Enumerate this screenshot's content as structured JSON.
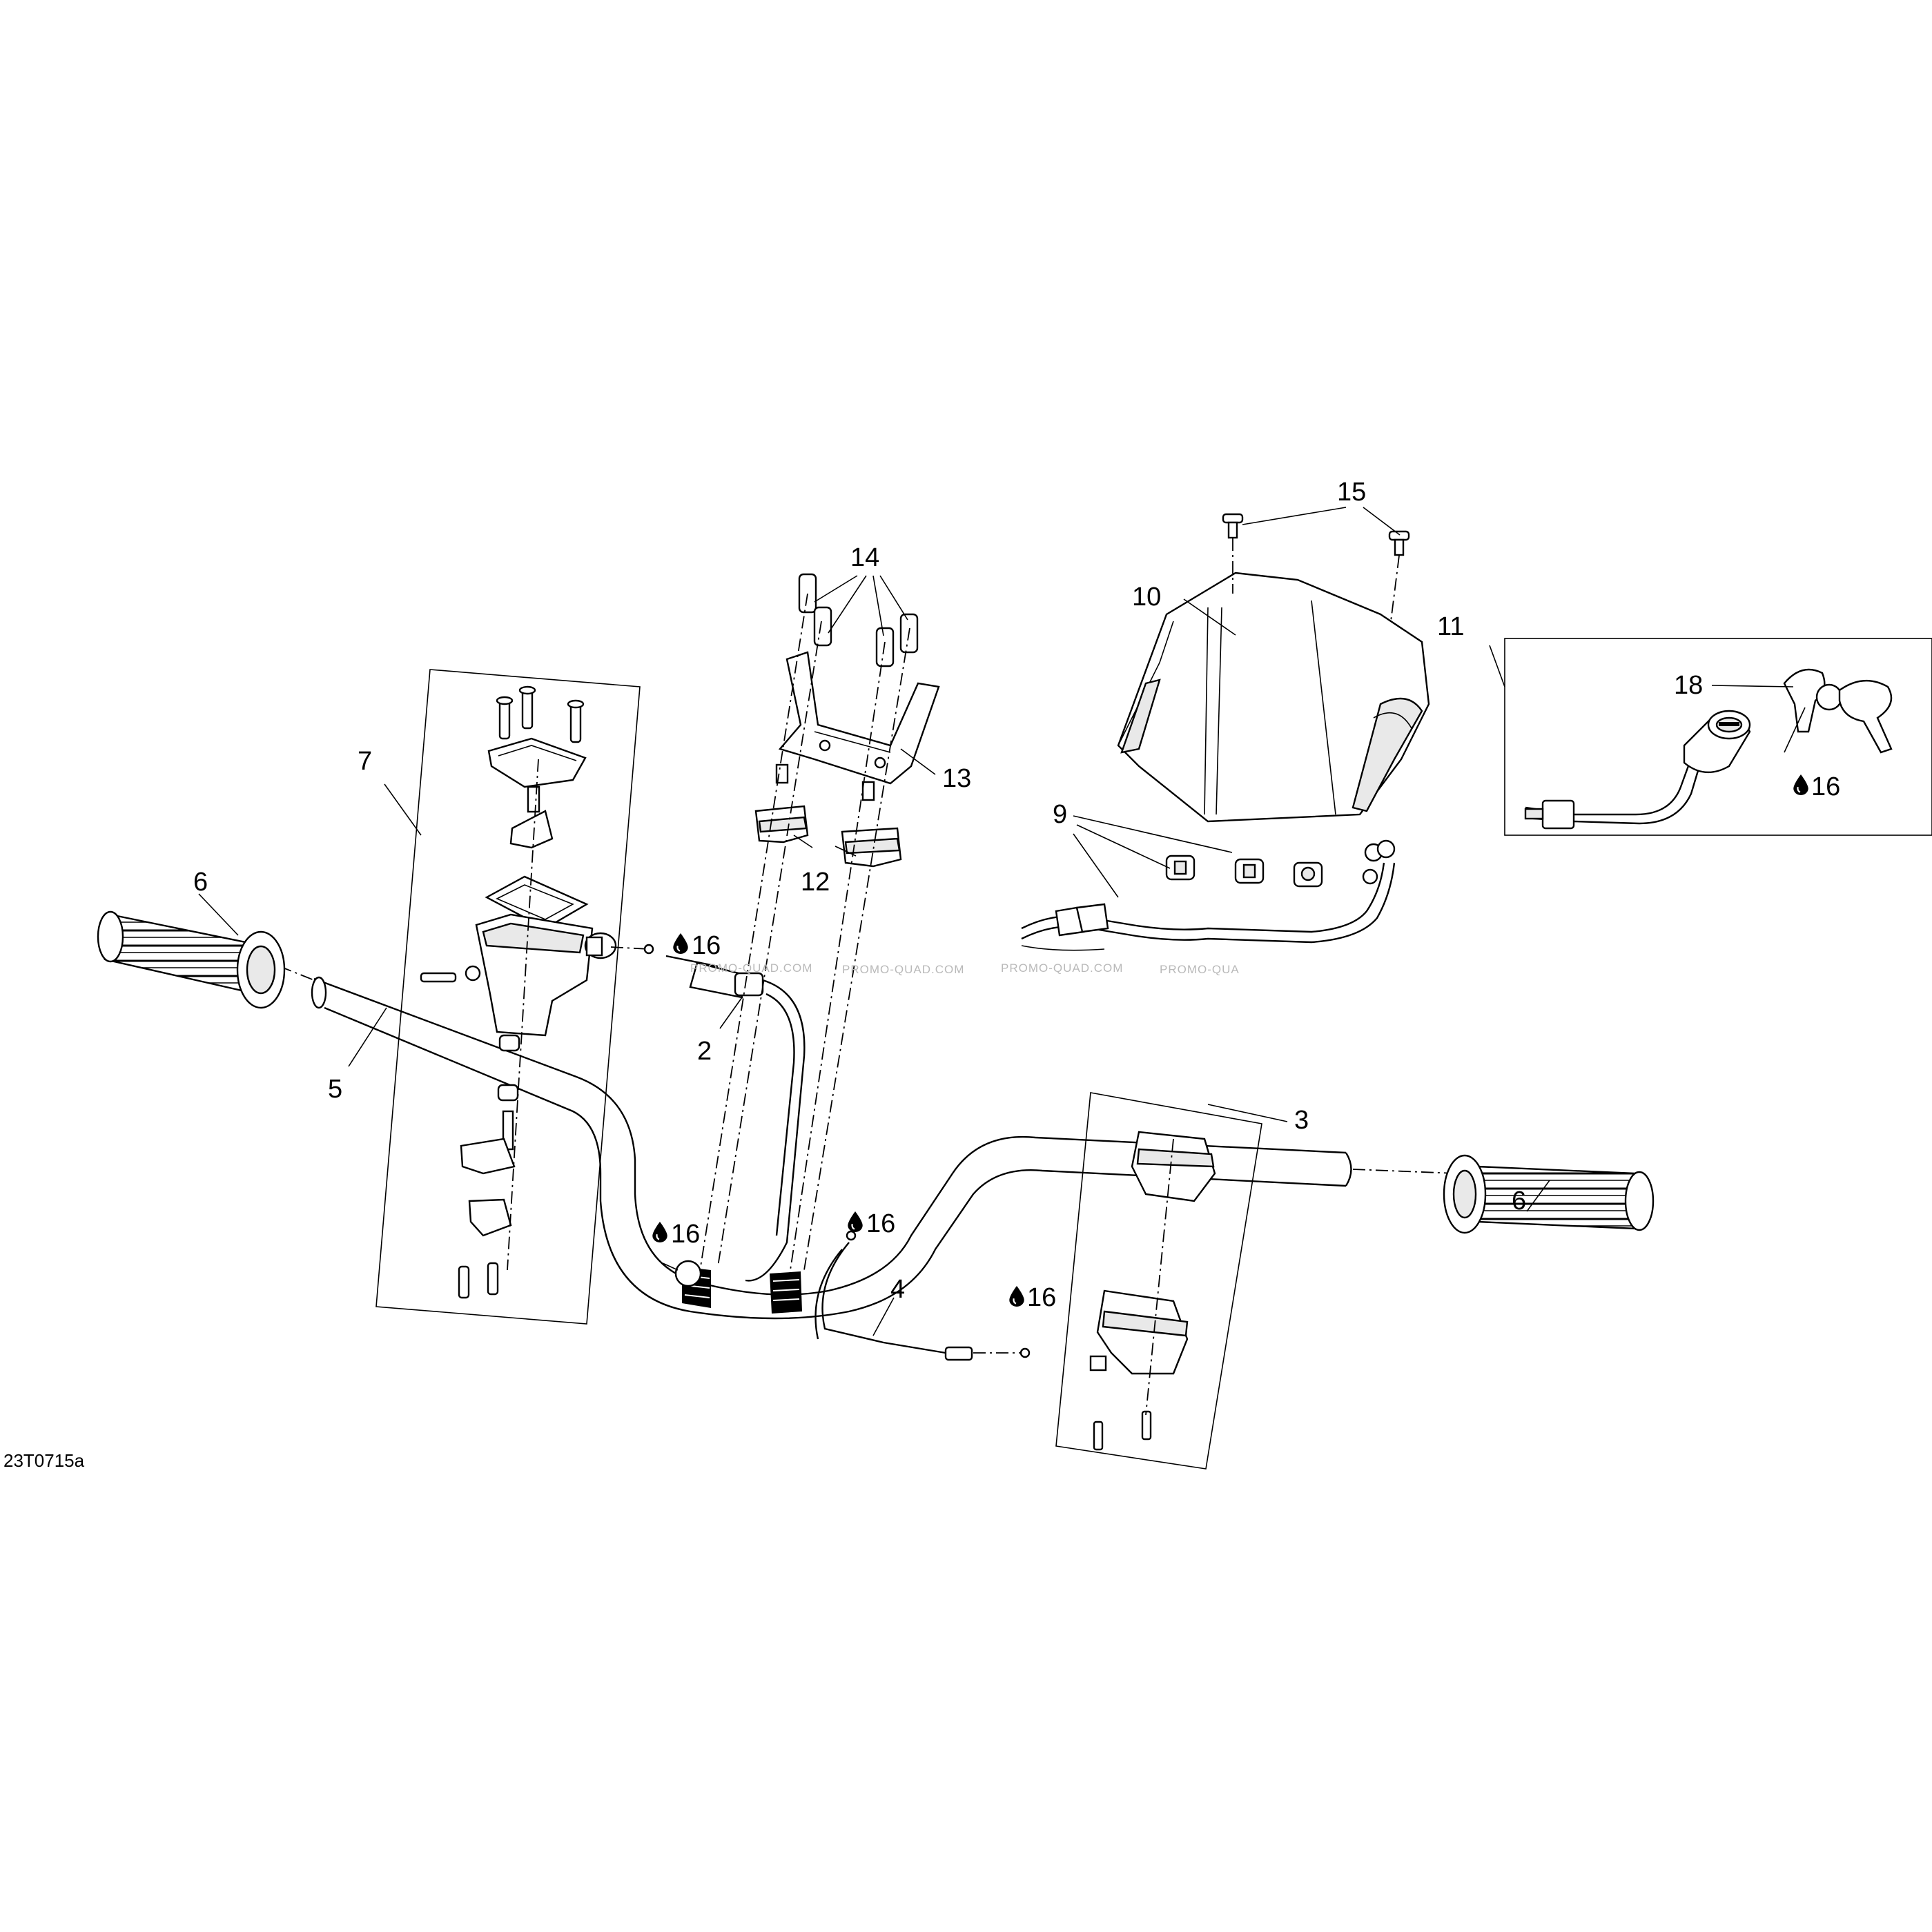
{
  "diagram_code": "23T0715a",
  "watermark": "PROMO-QUAD.COM",
  "lubricant_icon": "oil-drop-icon",
  "callouts": [
    {
      "id": "c2",
      "label": "2"
    },
    {
      "id": "c3",
      "label": "3"
    },
    {
      "id": "c4",
      "label": "4"
    },
    {
      "id": "c5",
      "label": "5"
    },
    {
      "id": "c6a",
      "label": "6"
    },
    {
      "id": "c6b",
      "label": "6"
    },
    {
      "id": "c7",
      "label": "7"
    },
    {
      "id": "c9",
      "label": "9"
    },
    {
      "id": "c10",
      "label": "10"
    },
    {
      "id": "c11",
      "label": "11"
    },
    {
      "id": "c12",
      "label": "12"
    },
    {
      "id": "c13",
      "label": "13"
    },
    {
      "id": "c14",
      "label": "14"
    },
    {
      "id": "c15",
      "label": "15"
    },
    {
      "id": "c16a",
      "label": "16"
    },
    {
      "id": "c16b",
      "label": "16"
    },
    {
      "id": "c16c",
      "label": "16"
    },
    {
      "id": "c16d",
      "label": "16"
    },
    {
      "id": "c16e",
      "label": "16"
    },
    {
      "id": "c18",
      "label": "18"
    }
  ]
}
